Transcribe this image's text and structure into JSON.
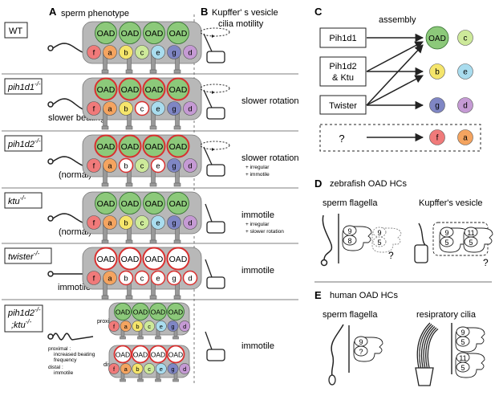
{
  "panels": {
    "A": {
      "letter": "A",
      "title": "sperm phenotype"
    },
    "B": {
      "letter": "B",
      "title_line1": "Kupffer' s vesicle",
      "title_line2": "cilia motility"
    },
    "C": {
      "letter": "C",
      "header": "assembly"
    },
    "D": {
      "letter": "D",
      "title": "zebrafish OAD HCs",
      "sub_left": "sperm flagella",
      "sub_right": "Kupffer's vesicle"
    },
    "E": {
      "letter": "E",
      "title": "human OAD HCs",
      "sub_left": "sperm flagella",
      "sub_right": "resipratory cilia"
    }
  },
  "oad_label": "OAD",
  "ida_letters": [
    "f",
    "a",
    "b",
    "c",
    "e",
    "g",
    "d"
  ],
  "ida_colors": {
    "f": "#f07a7a",
    "a": "#f4a460",
    "b": "#f5e56b",
    "c": "#cde99a",
    "e": "#a9dcee",
    "g": "#7f86c4",
    "d": "#c59ad4"
  },
  "oad_green": "#8cc97a",
  "lost_ring_red": "#d9302f",
  "rows": [
    {
      "name": "WT",
      "genotype_base": "WT",
      "genotype_sup": "",
      "sperm_note": "",
      "kv_label": "",
      "kv_notes": [],
      "layout": "single"
    },
    {
      "name": "pih1d1",
      "genotype_base": "pih1d1",
      "genotype_sup": "-/-",
      "sperm_note": "slower beating",
      "kv_label": "slower rotation",
      "kv_notes": [],
      "layout": "single"
    },
    {
      "name": "pih1d2",
      "genotype_base": "pih1d2",
      "genotype_sup": "-/-",
      "sperm_note": "(normal)",
      "kv_label": "slower rotation",
      "kv_notes": [
        "+ irregular",
        "+ immotile"
      ],
      "layout": "single"
    },
    {
      "name": "ktu",
      "genotype_base": "ktu",
      "genotype_sup": "-/-",
      "sperm_note": "(normal)",
      "kv_label": "immotile",
      "kv_notes": [
        "+ irregular",
        "+ slower rotation"
      ],
      "layout": "single"
    },
    {
      "name": "twister",
      "genotype_base": "twister",
      "genotype_sup": "-/-",
      "sperm_note": "immotile",
      "kv_label": "immotile",
      "kv_notes": [],
      "layout": "single"
    },
    {
      "name": "double",
      "genotype_line1_base": "pih1d2",
      "genotype_line1_sup": "-/-",
      "genotype_line2_base": ";ktu",
      "genotype_line2_sup": "-/-",
      "sperm_notes": [
        "proximal :",
        "increased beating",
        "frequency",
        "distal :",
        "immotile"
      ],
      "proximal_label": "proximal",
      "distal_label": "distal",
      "kv_label": "immotile",
      "kv_notes": [],
      "layout": "double"
    }
  ],
  "assembly": {
    "factors": [
      "Pih1d1",
      "Pih1d2",
      "& Ktu",
      "Twister"
    ],
    "unknown_factor": "?",
    "targets": {
      "oad": "OAD",
      "c": "c",
      "b": "b",
      "e": "e",
      "g": "g",
      "d": "d",
      "f": "f",
      "a": "a"
    }
  },
  "hc_diagrams": {
    "zebrafish_sperm": {
      "nums1": [
        "9",
        "8"
      ],
      "nums2": [
        "9",
        "5"
      ],
      "question": "?"
    },
    "zebrafish_kv": {
      "nums1": [
        "9",
        "5"
      ],
      "nums2": [
        "11",
        "5"
      ],
      "question": "?"
    },
    "human_sperm": {
      "nums": [
        "9",
        "?"
      ]
    },
    "human_resp": {
      "nums1": [
        "9",
        "5"
      ],
      "nums2": [
        "11",
        "5"
      ]
    }
  }
}
